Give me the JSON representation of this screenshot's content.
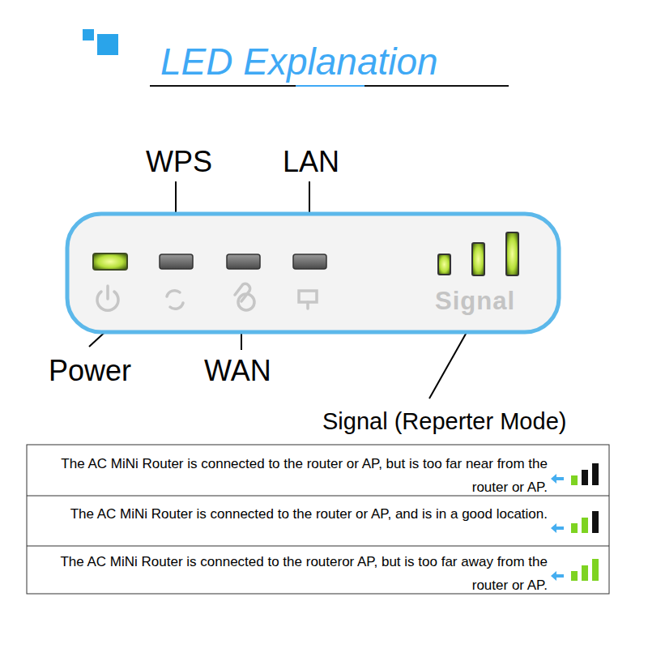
{
  "diagram": {
    "title": "LED Explanation",
    "nodes": [
      {
        "text": [
          "Signal"
        ]
      }
    ],
    "labels": [
      "WPS",
      "LAN",
      "Power",
      "WAN",
      "Signal (Reperter Mode)",
      "The AC MiNi Router is connected to the router or AP, but is too far near from the router or AP.",
      "The AC MiNi Router is connected to the router or AP, and is in a good location.",
      "The AC MiNi Router is connected to the routeror AP, but is too far away from the router or AP."
    ]
  }
}
